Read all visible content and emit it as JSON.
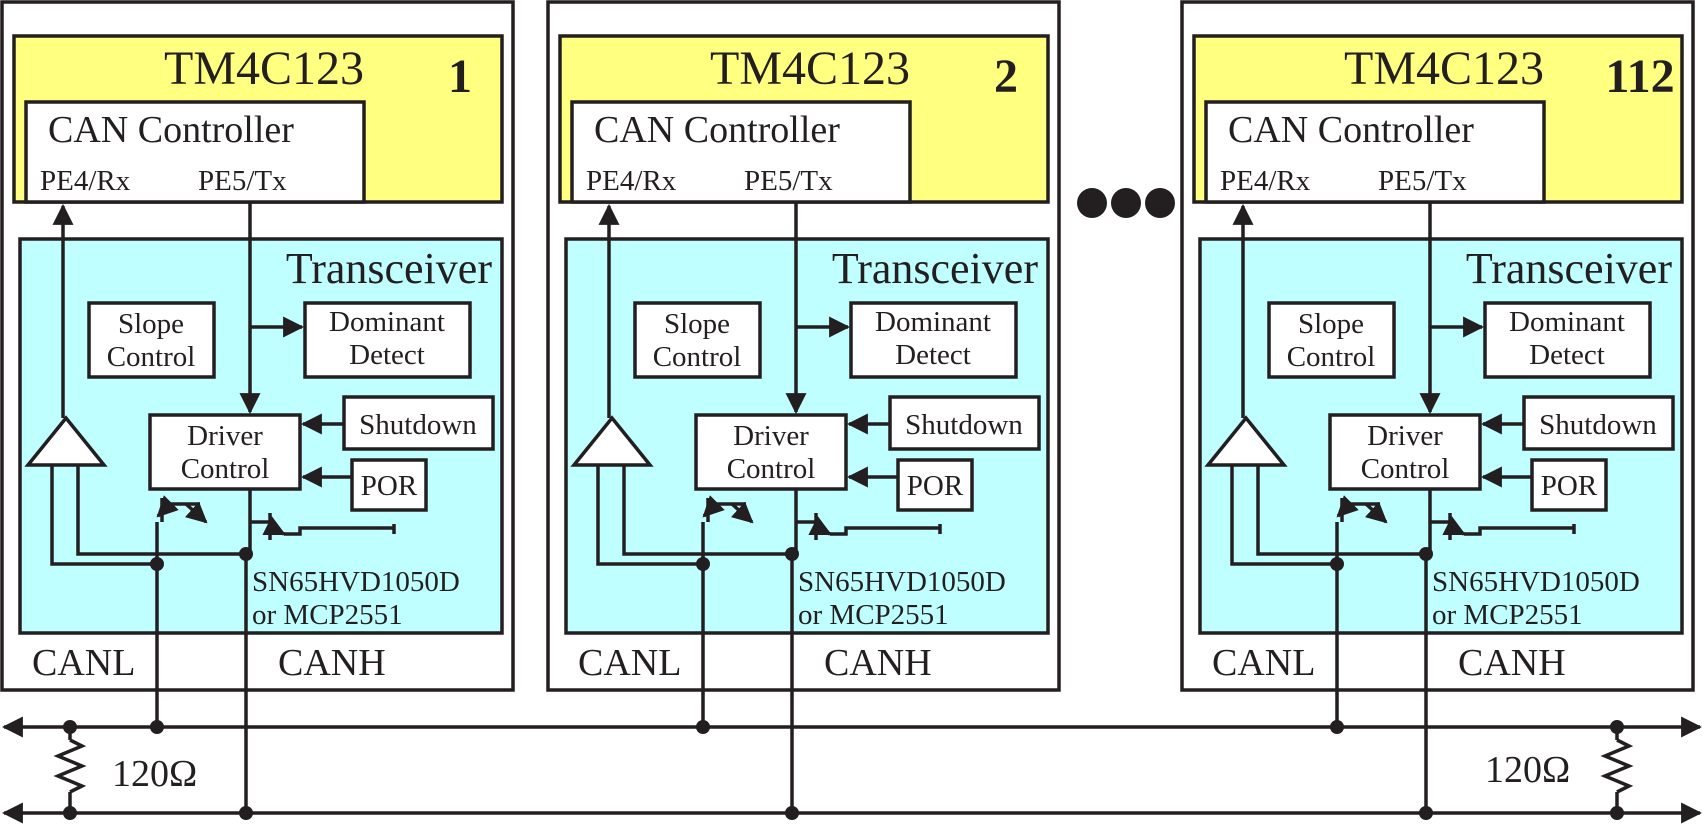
{
  "nodes": [
    {
      "mcu": "TM4C123",
      "number": "1"
    },
    {
      "mcu": "TM4C123",
      "number": "2"
    },
    {
      "mcu": "TM4C123",
      "number": "112"
    }
  ],
  "labels": {
    "controller": "CAN Controller",
    "rx_pin": "PE4/Rx",
    "tx_pin": "PE5/Tx",
    "transceiver": "Transceiver",
    "slope_1": "Slope",
    "slope_2": "Control",
    "dominant_1": "Dominant",
    "dominant_2": "Detect",
    "shutdown": "Shutdown",
    "driver_1": "Driver",
    "driver_2": "Control",
    "por": "POR",
    "part_1": "SN65HVD1050D",
    "part_2": "or MCP2551",
    "canl": "CANL",
    "canh": "CANH"
  },
  "bus": {
    "terminator_left": "120Ω",
    "terminator_right": "120Ω"
  },
  "colors": {
    "mcu_fill": "#ffff80",
    "transceiver_fill": "#c0ffff",
    "ink": "#231f20",
    "background": "#ffffff"
  },
  "icons": [
    "ellipsis-dots",
    "resistor-zigzag",
    "transistor-symbol",
    "amplifier-triangle",
    "arrow-head"
  ]
}
